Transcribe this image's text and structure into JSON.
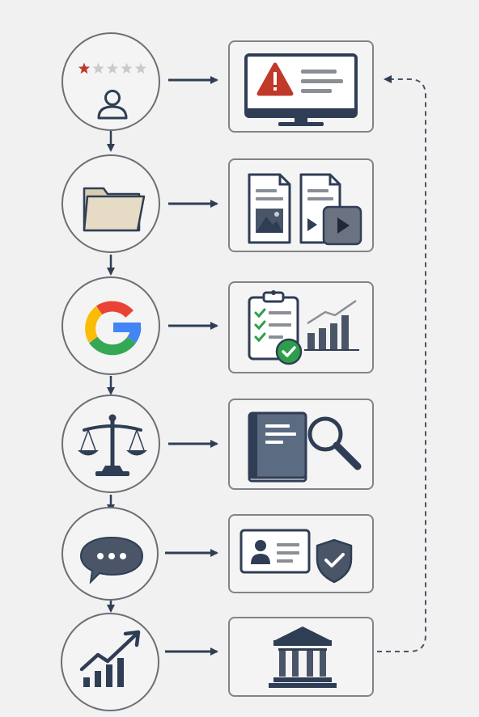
{
  "colors": {
    "background": "#f1f1f1",
    "outline": "#6b6f75",
    "navy": "#2f3e55",
    "slate": "#4a5568",
    "red": "#c0392b",
    "green": "#2e9e4a",
    "folder": "#e6dcc6",
    "google_blue": "#4285F4",
    "google_red": "#EA4335",
    "google_yellow": "#FBBC05",
    "google_green": "#34A853"
  },
  "rating": {
    "filled_stars": 1,
    "total_stars": 5
  },
  "steps": [
    {
      "icon": "user-one-star-review-icon",
      "result_icon": "monitor-warning-alert-icon"
    },
    {
      "icon": "open-folder-icon",
      "result_icon": "documents-image-video-icon"
    },
    {
      "icon": "google-g-logo-icon",
      "result_icon": "checklist-bar-chart-icon"
    },
    {
      "icon": "scales-of-justice-icon",
      "result_icon": "book-magnifier-icon"
    },
    {
      "icon": "chat-bubble-icon",
      "result_icon": "id-card-shield-check-icon"
    },
    {
      "icon": "growth-chart-arrow-icon",
      "result_icon": "institution-building-icon"
    }
  ],
  "feedback_loop": {
    "from": "institution-building-icon",
    "to": "monitor-warning-alert-icon",
    "style": "dashed"
  }
}
